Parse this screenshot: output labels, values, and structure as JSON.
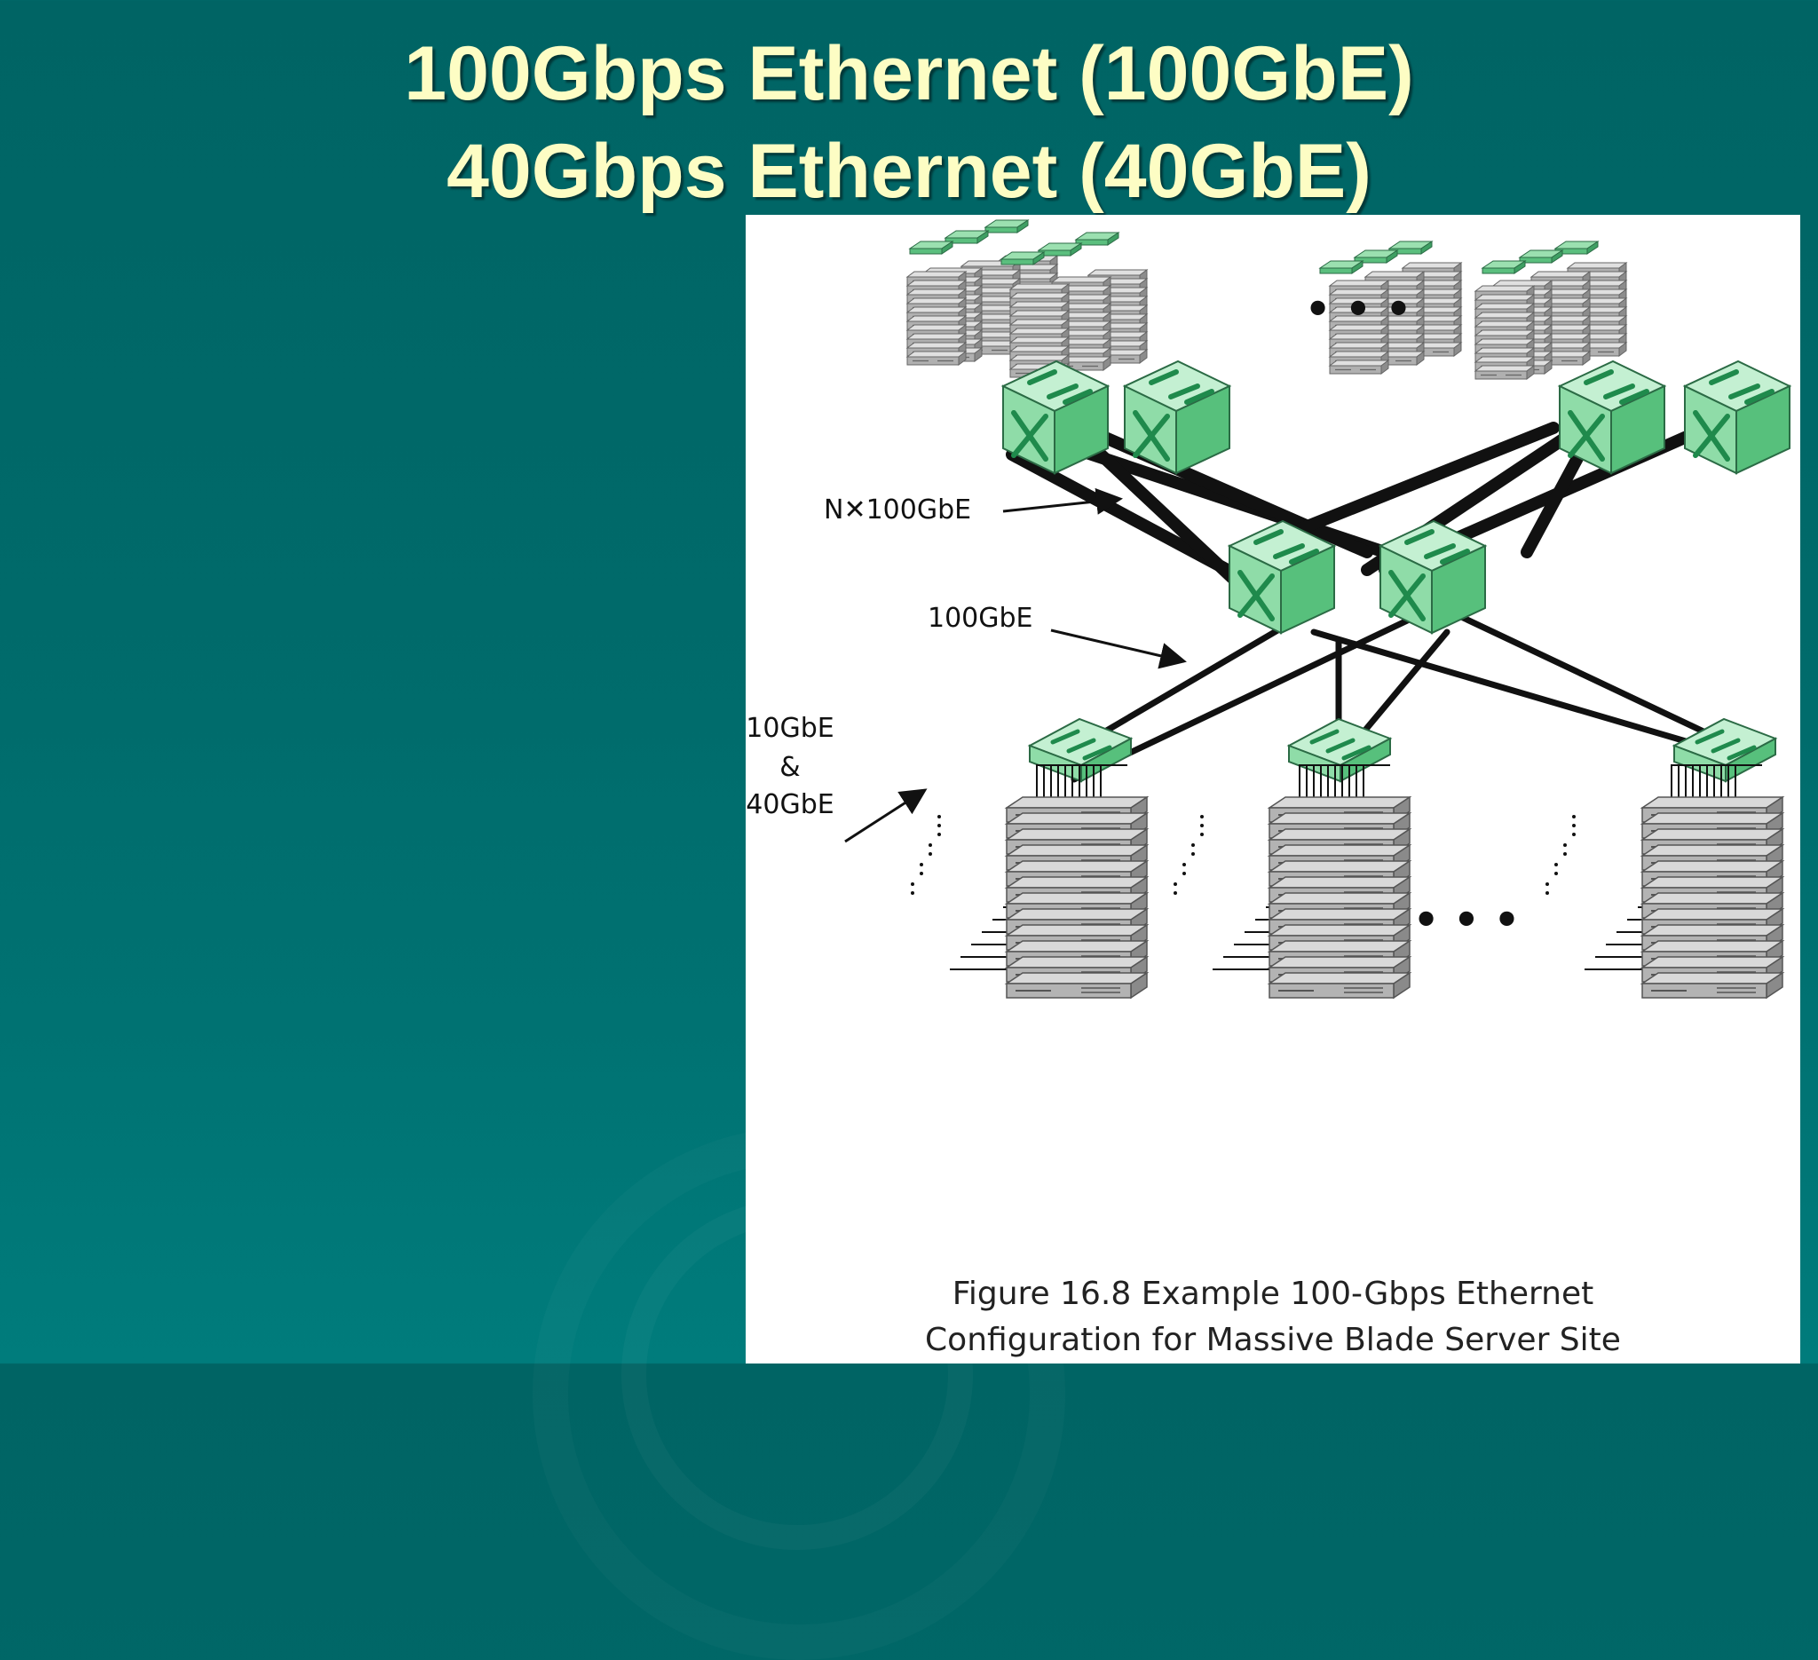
{
  "slide": {
    "title_line1": "100Gbps Ethernet (100GbE)",
    "title_line2": "40Gbps Ethernet (40GbE)"
  },
  "figure": {
    "labels": {
      "nx100": "N✕100GbE",
      "gbe100": "100GbE",
      "gbe10": "10GbE",
      "amp": "&",
      "gbe40": "40GbE",
      "ellipsis_top": "• • •",
      "ellipsis_bottom": "• • •"
    },
    "caption_line1": "Figure 16.8 Example 100-Gbps Ethernet",
    "caption_line2": "Configuration for Massive Blade Server Site"
  },
  "colors": {
    "background": "#006a6a",
    "title": "#fdfdc4",
    "switch_green": "#6fcf8f",
    "server_gray": "#a8a8a8"
  }
}
